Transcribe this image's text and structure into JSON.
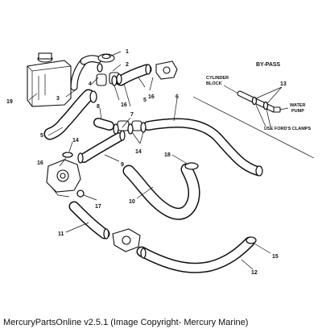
{
  "caption": "MercuryPartsOnline v2.5.1 (Image Copyright- Mercury Marine)",
  "bypass": {
    "title": "BY-PASS",
    "cylinder_block_line1": "CYLINDER",
    "cylinder_block_line2": "BLOCK",
    "water_pump_line1": "WATER",
    "water_pump_line2": "PUMP",
    "clamps_note": "USE FORD'S CLAMPS"
  },
  "callouts": {
    "c1": "1",
    "c2": "2",
    "c3": "3",
    "c4": "4",
    "c5a": "5",
    "c5b": "5",
    "c6": "6",
    "c7": "7",
    "c8": "8",
    "c9": "9",
    "c10": "10",
    "c11": "11",
    "c12": "12",
    "c13": "13",
    "c14a": "14",
    "c14b": "14",
    "c15": "15",
    "c16a": "16",
    "c16b": "16",
    "c16c": "16",
    "c17": "17",
    "c18": "18",
    "c19": "19"
  }
}
